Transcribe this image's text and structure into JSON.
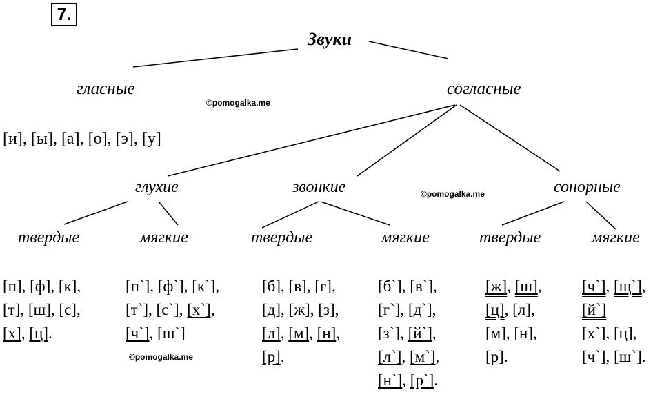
{
  "exercise_number": "7.",
  "title": "Звуки",
  "watermark": "©pomogalka.me",
  "nodes": {
    "vowels": "гласные",
    "consonants": "согласные",
    "voiceless": "глухие",
    "voiced": "звонкие",
    "sonorant": "сонорные",
    "hard": "твердые",
    "soft": "мягкие"
  },
  "vowel_sounds": "[и], [ы], [а], [о], [э], [у]",
  "groups": {
    "voiceless_hard": [
      [
        {
          "t": "[п]"
        },
        {
          "t": ", "
        },
        {
          "t": "[ф]"
        },
        {
          "t": ", "
        },
        {
          "t": "[к]"
        },
        {
          "t": ","
        }
      ],
      [
        {
          "t": "[т]"
        },
        {
          "t": ", "
        },
        {
          "t": "[ш]"
        },
        {
          "t": ", "
        },
        {
          "t": "[с]"
        },
        {
          "t": ","
        }
      ],
      [
        {
          "t": "[х]",
          "u": 1
        },
        {
          "t": ", "
        },
        {
          "t": "[ц]",
          "u": 1
        },
        {
          "t": "."
        }
      ]
    ],
    "voiceless_soft": [
      [
        {
          "t": "[п`]"
        },
        {
          "t": ", "
        },
        {
          "t": "[ф`]"
        },
        {
          "t": ", "
        },
        {
          "t": "[к`]"
        },
        {
          "t": ","
        }
      ],
      [
        {
          "t": "[т`]"
        },
        {
          "t": ", "
        },
        {
          "t": "[с`]"
        },
        {
          "t": ", "
        },
        {
          "t": "[х`]",
          "u": 1
        },
        {
          "t": ","
        }
      ],
      [
        {
          "t": "[ч`]",
          "u": 1
        },
        {
          "t": ", "
        },
        {
          "t": "[ш`]"
        }
      ]
    ],
    "voiced_hard": [
      [
        {
          "t": "[б]"
        },
        {
          "t": ", "
        },
        {
          "t": "[в]"
        },
        {
          "t": ", "
        },
        {
          "t": "[г]"
        },
        {
          "t": ","
        }
      ],
      [
        {
          "t": "[д]"
        },
        {
          "t": ", "
        },
        {
          "t": "[ж]"
        },
        {
          "t": ", "
        },
        {
          "t": "[з]"
        },
        {
          "t": ","
        }
      ],
      [
        {
          "t": "[л]",
          "u": 1
        },
        {
          "t": ", "
        },
        {
          "t": "[м]",
          "u": 1
        },
        {
          "t": ", "
        },
        {
          "t": "[н]",
          "u": 1
        },
        {
          "t": ","
        }
      ],
      [
        {
          "t": "[р]",
          "u": 1
        },
        {
          "t": "."
        }
      ]
    ],
    "voiced_soft": [
      [
        {
          "t": "[б`]"
        },
        {
          "t": ", "
        },
        {
          "t": "[в`]"
        },
        {
          "t": ","
        }
      ],
      [
        {
          "t": "[г`]"
        },
        {
          "t": ", "
        },
        {
          "t": "[д`]"
        },
        {
          "t": ","
        }
      ],
      [
        {
          "t": "[з`]"
        },
        {
          "t": ", "
        },
        {
          "t": "[й`]",
          "u": 1
        },
        {
          "t": ","
        }
      ],
      [
        {
          "t": "[л`]",
          "u": 1
        },
        {
          "t": ", "
        },
        {
          "t": "[м`]",
          "u": 1
        },
        {
          "t": ","
        }
      ],
      [
        {
          "t": "[н`]",
          "u": 1
        },
        {
          "t": ", "
        },
        {
          "t": "[р`]",
          "u": 1
        },
        {
          "t": "."
        }
      ]
    ],
    "sonorant_hard": [
      [
        {
          "t": "[ж]",
          "u": 2
        },
        {
          "t": ", "
        },
        {
          "t": "[ш]",
          "u": 2
        },
        {
          "t": ","
        }
      ],
      [
        {
          "t": "[ц]",
          "u": 2
        },
        {
          "t": ", "
        },
        {
          "t": "[л]"
        },
        {
          "t": ","
        }
      ],
      [
        {
          "t": "[м]"
        },
        {
          "t": ", "
        },
        {
          "t": "[н]"
        },
        {
          "t": ","
        }
      ],
      [
        {
          "t": "[р]"
        },
        {
          "t": "."
        }
      ]
    ],
    "sonorant_soft": [
      [
        {
          "t": "[ч`]",
          "u": 2
        },
        {
          "t": ", "
        },
        {
          "t": "[щ`]",
          "u": 2
        },
        {
          "t": ","
        }
      ],
      [
        {
          "t": "[й`]",
          "u": 2
        }
      ],
      [
        {
          "t": "[х`]"
        },
        {
          "t": ", "
        },
        {
          "t": "[ц]"
        },
        {
          "t": ","
        }
      ],
      [
        {
          "t": "[ч`]"
        },
        {
          "t": ", "
        },
        {
          "t": "[ш`]"
        },
        {
          "t": "."
        }
      ]
    ]
  }
}
